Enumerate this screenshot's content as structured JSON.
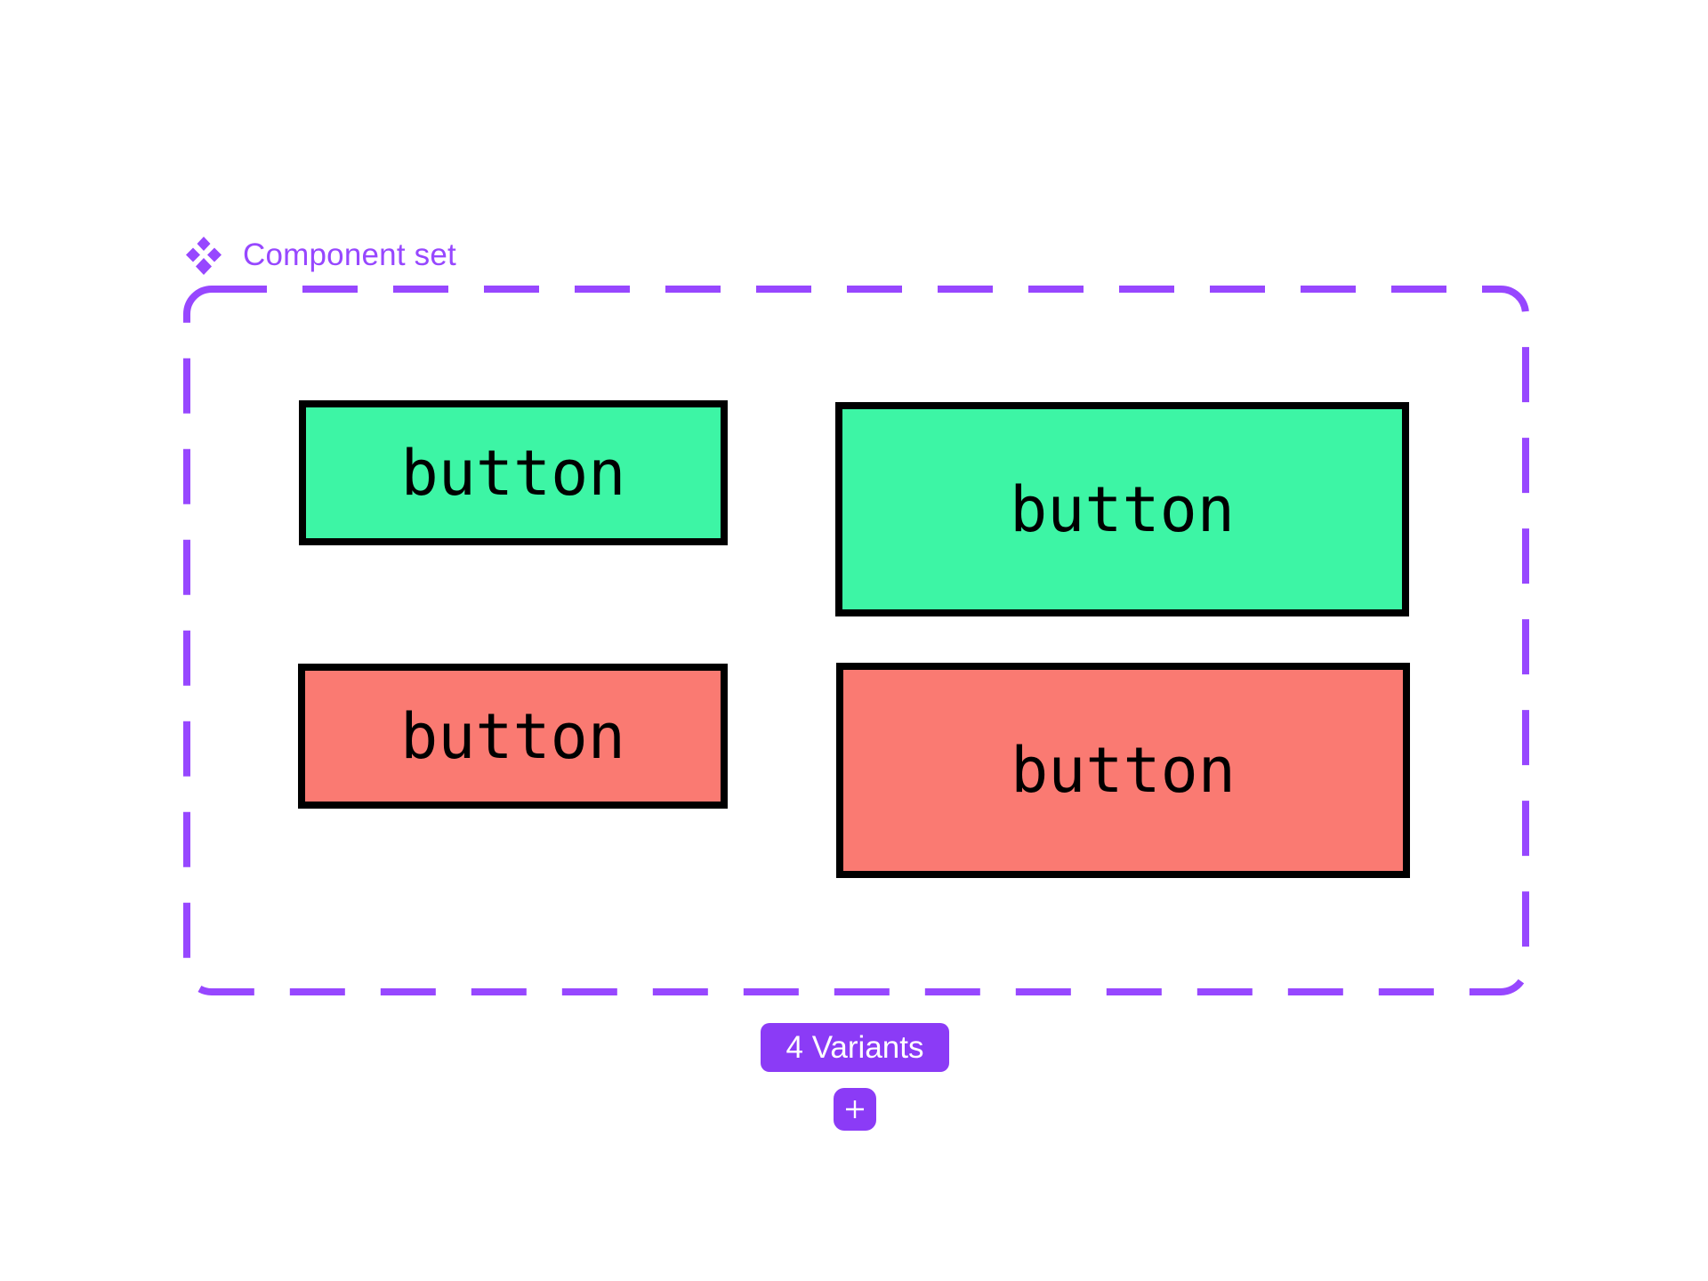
{
  "canvas": {
    "background": "#ffffff"
  },
  "component_set": {
    "label": "Component set",
    "label_color": "#9747FF",
    "border_color": "#9747FF",
    "icon": "component-set-diamonds-icon"
  },
  "variants": [
    {
      "label": "button",
      "fill": "#3DF5A5",
      "variant": "green-small"
    },
    {
      "label": "button",
      "fill": "#3DF5A5",
      "variant": "green-large"
    },
    {
      "label": "button",
      "fill": "#FA7A72",
      "variant": "red-small"
    },
    {
      "label": "button",
      "fill": "#FA7A72",
      "variant": "red-large"
    }
  ],
  "badge": {
    "label": "4 Variants",
    "background": "#8B3BF6",
    "text_color": "#ffffff"
  },
  "add_button": {
    "label": "+",
    "background": "#8B3BF6",
    "icon": "plus-icon"
  }
}
